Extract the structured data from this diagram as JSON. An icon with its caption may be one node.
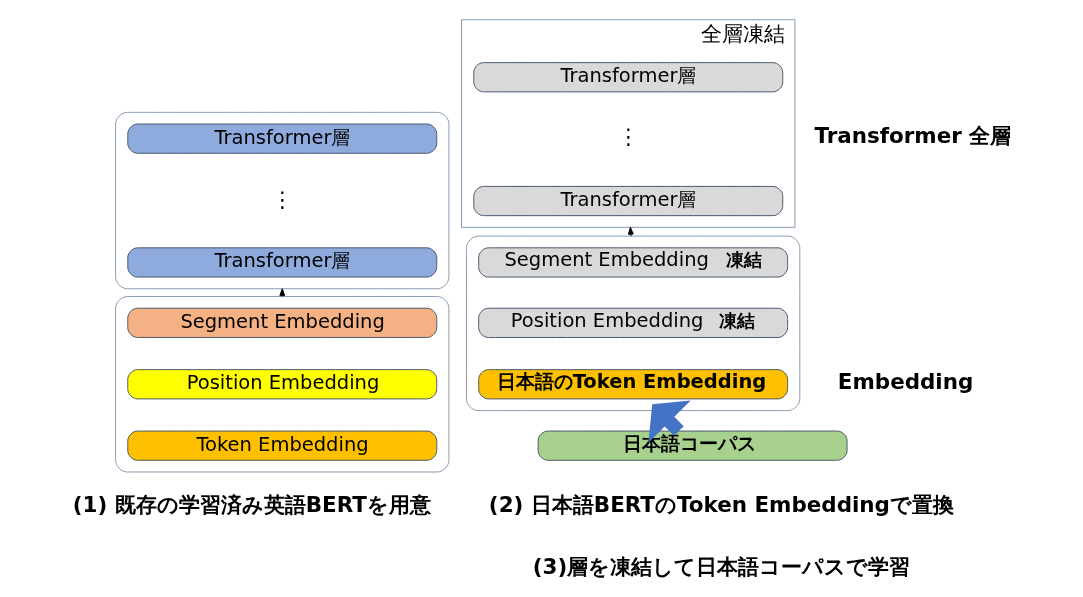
{
  "diagram": {
    "nodes": [
      {
        "text": [],
        "shape": "box"
      },
      {
        "text": [
          "Transformer層"
        ],
        "in": 0
      },
      {
        "text": [
          "Transformer層"
        ],
        "in": 0
      },
      {
        "text": [],
        "shape": "box"
      },
      {
        "text": [
          "Segment Embedding"
        ],
        "in": 3
      },
      {
        "text": [
          "Position Embedding"
        ],
        "in": 3
      },
      {
        "text": [
          "Token Embedding"
        ],
        "in": 3
      },
      {
        "text": [
          "全層凍結"
        ]
      },
      {
        "text": [
          "Transformer層"
        ],
        "in": 7
      },
      {
        "text": [
          "Transformer層"
        ],
        "in": 7
      },
      {
        "text": [],
        "shape": "box"
      },
      {
        "text": [
          "Segment Embedding",
          "凍結"
        ],
        "in": 10
      },
      {
        "text": [
          "Position Embedding",
          "凍結"
        ],
        "in": 10
      },
      {
        "text": [
          "日本語のToken Embedding"
        ],
        "in": 10
      },
      {
        "text": [
          "日本語コーパス"
        ]
      }
    ],
    "edges": [
      {
        "from": 3,
        "to": 0,
        "arrow": "to"
      },
      {
        "from": 10,
        "to": 7,
        "arrow": "to"
      },
      {
        "from": 14,
        "to": 10,
        "arrow": "to",
        "style": "thick",
        "color": "#4472c4"
      }
    ],
    "labels": [
      "Transformer 全層",
      "⋮",
      "⋮",
      "Embedding",
      "(1) 既存の学習済み英語BERTを用意",
      "(2) 日本語BERTのToken Embeddingで置換",
      "(3)層を凍結して日本語コーパスで学習"
    ]
  }
}
